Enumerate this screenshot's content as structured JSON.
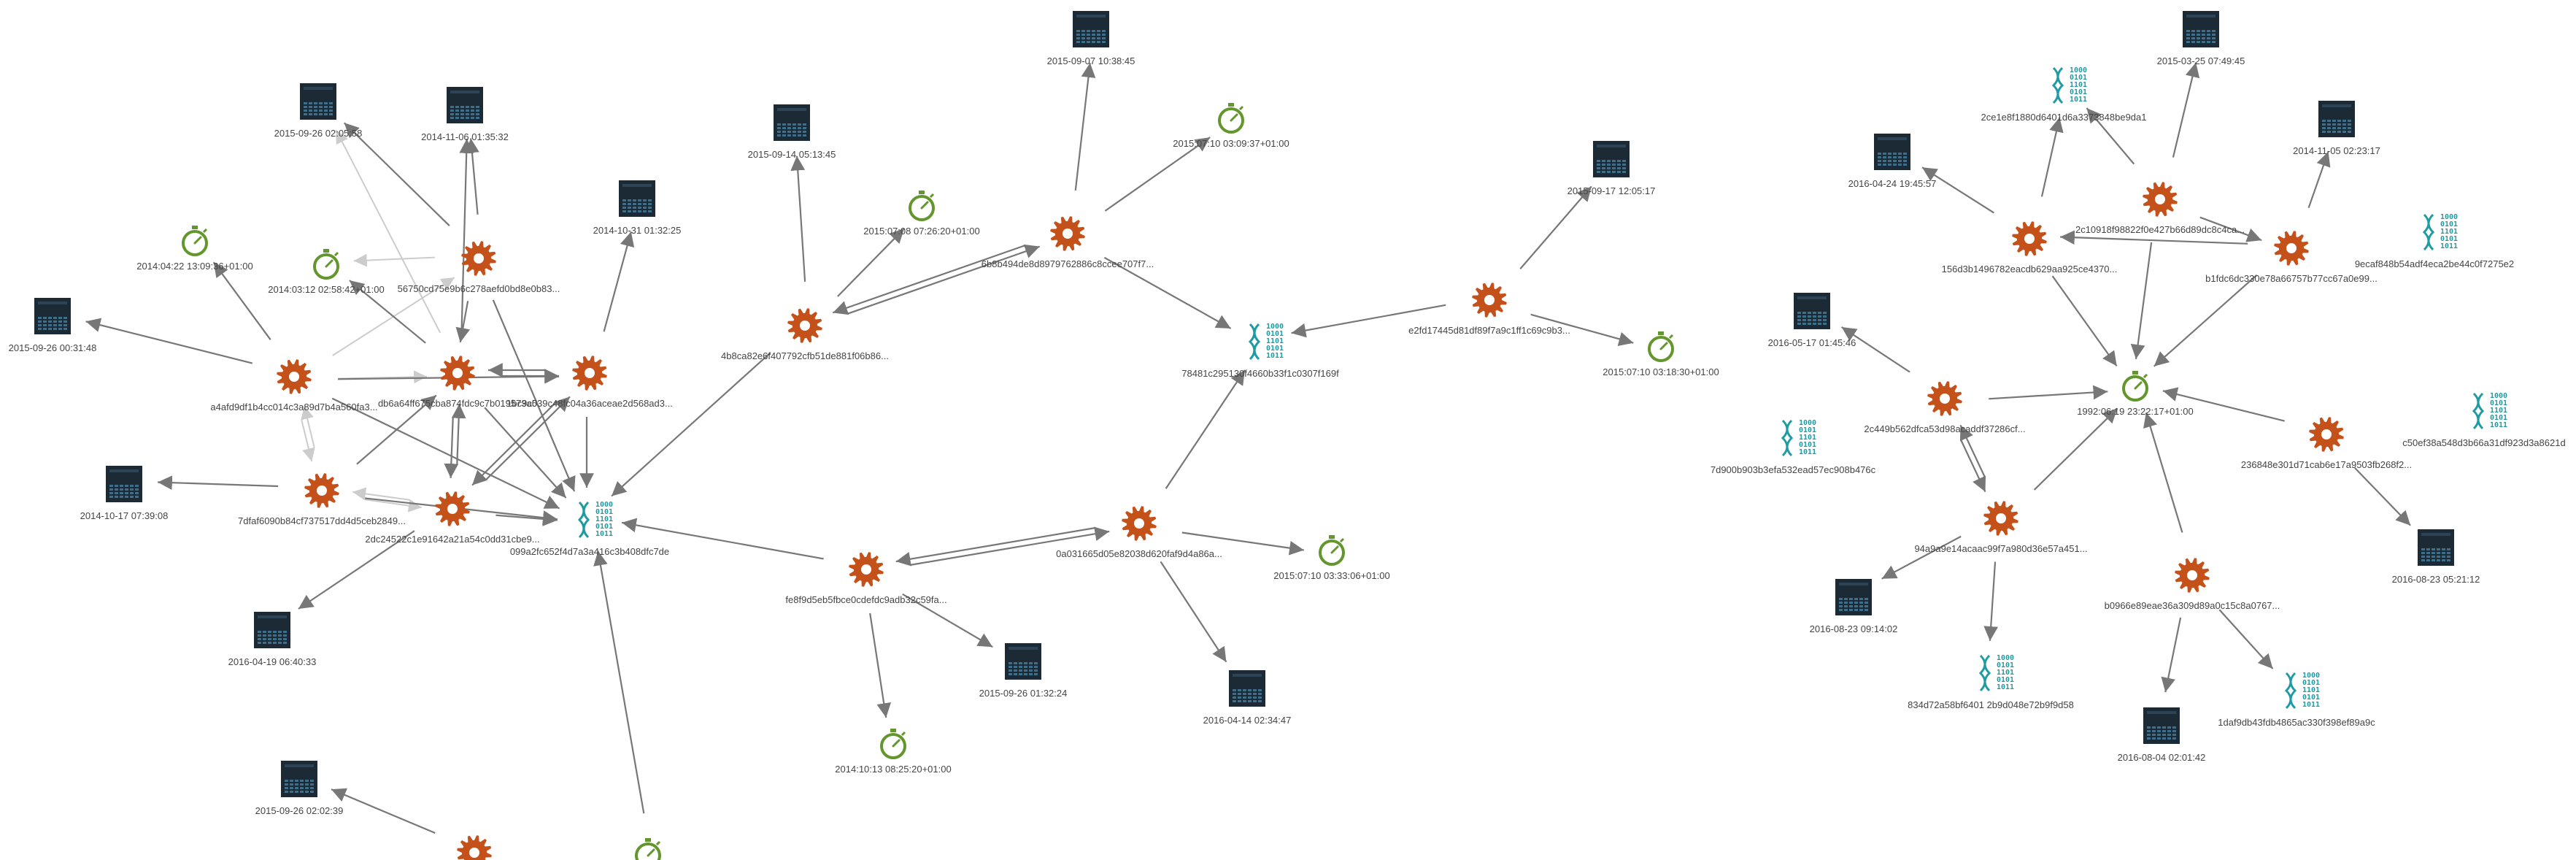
{
  "colors": {
    "gear": "#c4501a",
    "gear_center": "#ffffff",
    "timer": "#63962d",
    "binary": "#1f9ba3",
    "screen_bg": "#1c2a36",
    "screen_pixel": "#3b6f8c",
    "edge": "#777777",
    "edge_faint": "#cccccc",
    "label": "#444444"
  },
  "nodes": [
    {
      "id": "s1",
      "kind": "screenshot",
      "label": "2015-09-26 02:05:58"
    },
    {
      "id": "s2",
      "kind": "screenshot",
      "label": "2014-11-06 01:35:32"
    },
    {
      "id": "s3",
      "kind": "screenshot",
      "label": "2014-10-31 01:32:25"
    },
    {
      "id": "s4",
      "kind": "screenshot",
      "label": "2015-09-26 00:31:48"
    },
    {
      "id": "s5",
      "kind": "screenshot",
      "label": "2014-10-17 07:39:08"
    },
    {
      "id": "s6",
      "kind": "screenshot",
      "label": "2016-04-19 06:40:33"
    },
    {
      "id": "s7",
      "kind": "screenshot",
      "label": "2015-09-26 02:02:39"
    },
    {
      "id": "s8",
      "kind": "screenshot",
      "label": "2015-09-14 05:13:45"
    },
    {
      "id": "s9",
      "kind": "screenshot",
      "label": "2015-09-07 10:38:45"
    },
    {
      "id": "s10",
      "kind": "screenshot",
      "label": "2015-09-26 01:32:24"
    },
    {
      "id": "s11",
      "kind": "screenshot",
      "label": "2016-04-14 02:34:47"
    },
    {
      "id": "s12",
      "kind": "screenshot",
      "label": "2015-09-17 12:05:17"
    },
    {
      "id": "s13",
      "kind": "screenshot",
      "label": "2015-03-25 07:49:45"
    },
    {
      "id": "s14",
      "kind": "screenshot",
      "label": "2016-04-24 19:45:57"
    },
    {
      "id": "s15",
      "kind": "screenshot",
      "label": "2014-11-05 02:23:17"
    },
    {
      "id": "s16",
      "kind": "screenshot",
      "label": "2016-05-17 01:45:46"
    },
    {
      "id": "s17",
      "kind": "screenshot",
      "label": "2016-08-23 09:14:02"
    },
    {
      "id": "s18",
      "kind": "screenshot",
      "label": "2016-08-23 05:21:12"
    },
    {
      "id": "s19",
      "kind": "screenshot",
      "label": "2016-08-04 02:01:42"
    },
    {
      "id": "t1",
      "kind": "timer",
      "label": "2014:04:22 13:09:36+01:00"
    },
    {
      "id": "t2",
      "kind": "timer",
      "label": "2014:03:12 02:58:42+01:00"
    },
    {
      "id": "t3",
      "kind": "timer",
      "label": "2015:07:08 07:26:20+01:00"
    },
    {
      "id": "t4",
      "kind": "timer",
      "label": "2015:07:10 03:09:37+01:00"
    },
    {
      "id": "t5",
      "kind": "timer",
      "label": "2015:07:10 03:33:06+01:00"
    },
    {
      "id": "t6",
      "kind": "timer",
      "label": "2014:10:13 08:25:20+01:00"
    },
    {
      "id": "t7",
      "kind": "timer",
      "label": "2015:07:10 03:18:30+01:00"
    },
    {
      "id": "t8",
      "kind": "timer",
      "label": "1992:06:19 23:22:17+01:00"
    },
    {
      "id": "t9",
      "kind": "timer",
      "label": ""
    },
    {
      "id": "g1",
      "kind": "gear",
      "label": "56750cd75e9b6c278aefd0bd8e0b83..."
    },
    {
      "id": "g2",
      "kind": "gear",
      "label": "a4afd9df1b4cc014c3a89d7b4a560fa3..."
    },
    {
      "id": "g3",
      "kind": "gear",
      "label": "db6a64ff675cba874fdc9c7b019573a5"
    },
    {
      "id": "g4",
      "kind": "gear",
      "label": "1bc9c039c48fc04a36aceae2d568ad3..."
    },
    {
      "id": "g5",
      "kind": "gear",
      "label": "7dfaf6090b84cf737517dd4d5ceb2849..."
    },
    {
      "id": "g6",
      "kind": "gear",
      "label": "2dc24522c1e91642a21a54c0dd31cbe9..."
    },
    {
      "id": "g7",
      "kind": "gear",
      "label": "4b8ca82e6f407792cfb51de881f06b86..."
    },
    {
      "id": "g8",
      "kind": "gear",
      "label": "6b8b494de8d8979762886c8ccee707f7..."
    },
    {
      "id": "g9",
      "kind": "gear",
      "label": "fe8f9d5eb5fbce0cdefdc9adb32c59fa..."
    },
    {
      "id": "g10",
      "kind": "gear",
      "label": "0a031665d05e82038d620faf9d4a86a..."
    },
    {
      "id": "g11",
      "kind": "gear",
      "label": "e2fd17445d81df89f7a9c1ff1c69c9b3..."
    },
    {
      "id": "g12",
      "kind": "gear",
      "label": "156d3b1496782eacdb629aa925ce4370..."
    },
    {
      "id": "g13",
      "kind": "gear",
      "label": "2c10918f98822f0e427b66d89dc8c4ca..."
    },
    {
      "id": "g14",
      "kind": "gear",
      "label": "b1fdc6dc330e78a66757b77cc67a0e99..."
    },
    {
      "id": "g15",
      "kind": "gear",
      "label": "2c449b562dfca53d98acaddf37286cf..."
    },
    {
      "id": "g16",
      "kind": "gear",
      "label": "236848e301d71cab6e17a9503fb268f2..."
    },
    {
      "id": "g17",
      "kind": "gear",
      "label": "94a9a9e14acaac99f7a980d36e57a451..."
    },
    {
      "id": "g18",
      "kind": "gear",
      "label": "b0966e89eae36a309d89a0c15c8a0767..."
    },
    {
      "id": "g19",
      "kind": "gear",
      "label": ""
    },
    {
      "id": "b1",
      "kind": "binary",
      "label": "099a2fc652f4d7a3a416c3b408dfc7de"
    },
    {
      "id": "b2",
      "kind": "binary",
      "label": "78481c295130f4660b33f1c0307f169f"
    },
    {
      "id": "b3",
      "kind": "binary",
      "label": "2ce1e8f1880d6401d6a3373848be9da1"
    },
    {
      "id": "b4",
      "kind": "binary",
      "label": "9ecaf848b54adf4eca2be44c0f7275e2"
    },
    {
      "id": "b5",
      "kind": "binary",
      "label": "7d900b903b3efa532ead57ec908b476c"
    },
    {
      "id": "b6",
      "kind": "binary",
      "label": "c50ef38a548d3b66a31df923d3a8621d"
    },
    {
      "id": "b7",
      "kind": "binary",
      "label": "834d72a58bf6401 2b9d048e72b9f9d58"
    },
    {
      "id": "b8",
      "kind": "binary",
      "label": "1daf9db43fdb4865ac330f398ef89a9c"
    }
  ],
  "edges": [
    [
      "g1",
      "s1"
    ],
    [
      "g1",
      "s2"
    ],
    [
      "g1",
      "b1"
    ],
    [
      "g1",
      "g3"
    ],
    [
      "g2",
      "s4"
    ],
    [
      "g2",
      "t1"
    ],
    [
      "g2",
      "g4"
    ],
    [
      "g2",
      "b1"
    ],
    [
      "g3",
      "s2"
    ],
    [
      "g3",
      "t2"
    ],
    [
      "g3",
      "g4"
    ],
    [
      "g3",
      "b1"
    ],
    [
      "g3",
      "g6"
    ],
    [
      "g4",
      "s3"
    ],
    [
      "g4",
      "b1"
    ],
    [
      "g4",
      "g3"
    ],
    [
      "g4",
      "g6"
    ],
    [
      "g5",
      "s5"
    ],
    [
      "g5",
      "g3"
    ],
    [
      "g5",
      "b1"
    ],
    [
      "g6",
      "s6"
    ],
    [
      "g6",
      "g4"
    ],
    [
      "g6",
      "g3"
    ],
    [
      "g6",
      "b1"
    ],
    [
      "g7",
      "s8"
    ],
    [
      "g7",
      "t3"
    ],
    [
      "g7",
      "b1"
    ],
    [
      "g8",
      "s9"
    ],
    [
      "g8",
      "t4"
    ],
    [
      "g8",
      "b2"
    ],
    [
      "g8",
      "g7"
    ],
    [
      "g7",
      "g8"
    ],
    [
      "g9",
      "b1"
    ],
    [
      "g9",
      "s10"
    ],
    [
      "g9",
      "t6"
    ],
    [
      "g9",
      "g10"
    ],
    [
      "g10",
      "g9"
    ],
    [
      "g10",
      "t5"
    ],
    [
      "g10",
      "s11"
    ],
    [
      "g10",
      "b2"
    ],
    [
      "g11",
      "b2"
    ],
    [
      "g11",
      "s12"
    ],
    [
      "g11",
      "t7"
    ],
    [
      "g12",
      "s14"
    ],
    [
      "g12",
      "b3"
    ],
    [
      "g12",
      "t8"
    ],
    [
      "g13",
      "b3"
    ],
    [
      "g13",
      "s13"
    ],
    [
      "g13",
      "t8"
    ],
    [
      "g13",
      "g14"
    ],
    [
      "g14",
      "g12"
    ],
    [
      "g14",
      "s15"
    ],
    [
      "g14",
      "t8"
    ],
    [
      "g15",
      "s16"
    ],
    [
      "g15",
      "t8"
    ],
    [
      "g15",
      "g17"
    ],
    [
      "g16",
      "t8"
    ],
    [
      "g16",
      "s18"
    ],
    [
      "g17",
      "g15"
    ],
    [
      "g17",
      "s17"
    ],
    [
      "g17",
      "b7"
    ],
    [
      "g17",
      "t8"
    ],
    [
      "g18",
      "t8"
    ],
    [
      "g18",
      "s19"
    ],
    [
      "g18",
      "b8"
    ],
    [
      "g19",
      "s7"
    ],
    [
      "t9",
      "b1"
    ]
  ],
  "faint_edges": [
    [
      "g2",
      "g5"
    ],
    [
      "g5",
      "g2"
    ],
    [
      "g2",
      "g3"
    ],
    [
      "g5",
      "g6"
    ],
    [
      "g3",
      "s1"
    ],
    [
      "g2",
      "g1"
    ],
    [
      "g6",
      "g5"
    ],
    [
      "g1",
      "t2"
    ]
  ]
}
